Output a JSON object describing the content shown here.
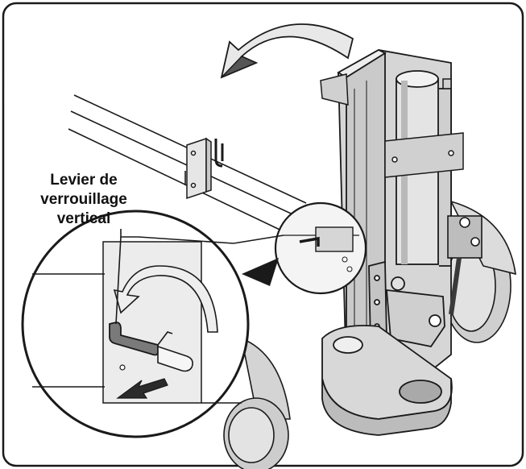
{
  "callout": {
    "line1": "Levier de",
    "line2": "verrouillage",
    "line3": "vertical"
  },
  "colors": {
    "outline": "#1a1a1a",
    "machine_fill": "#d6d6d6",
    "machine_shade": "#b9b9b9",
    "arrow_fill": "#555555",
    "lever_fill": "#7a7a7a"
  }
}
